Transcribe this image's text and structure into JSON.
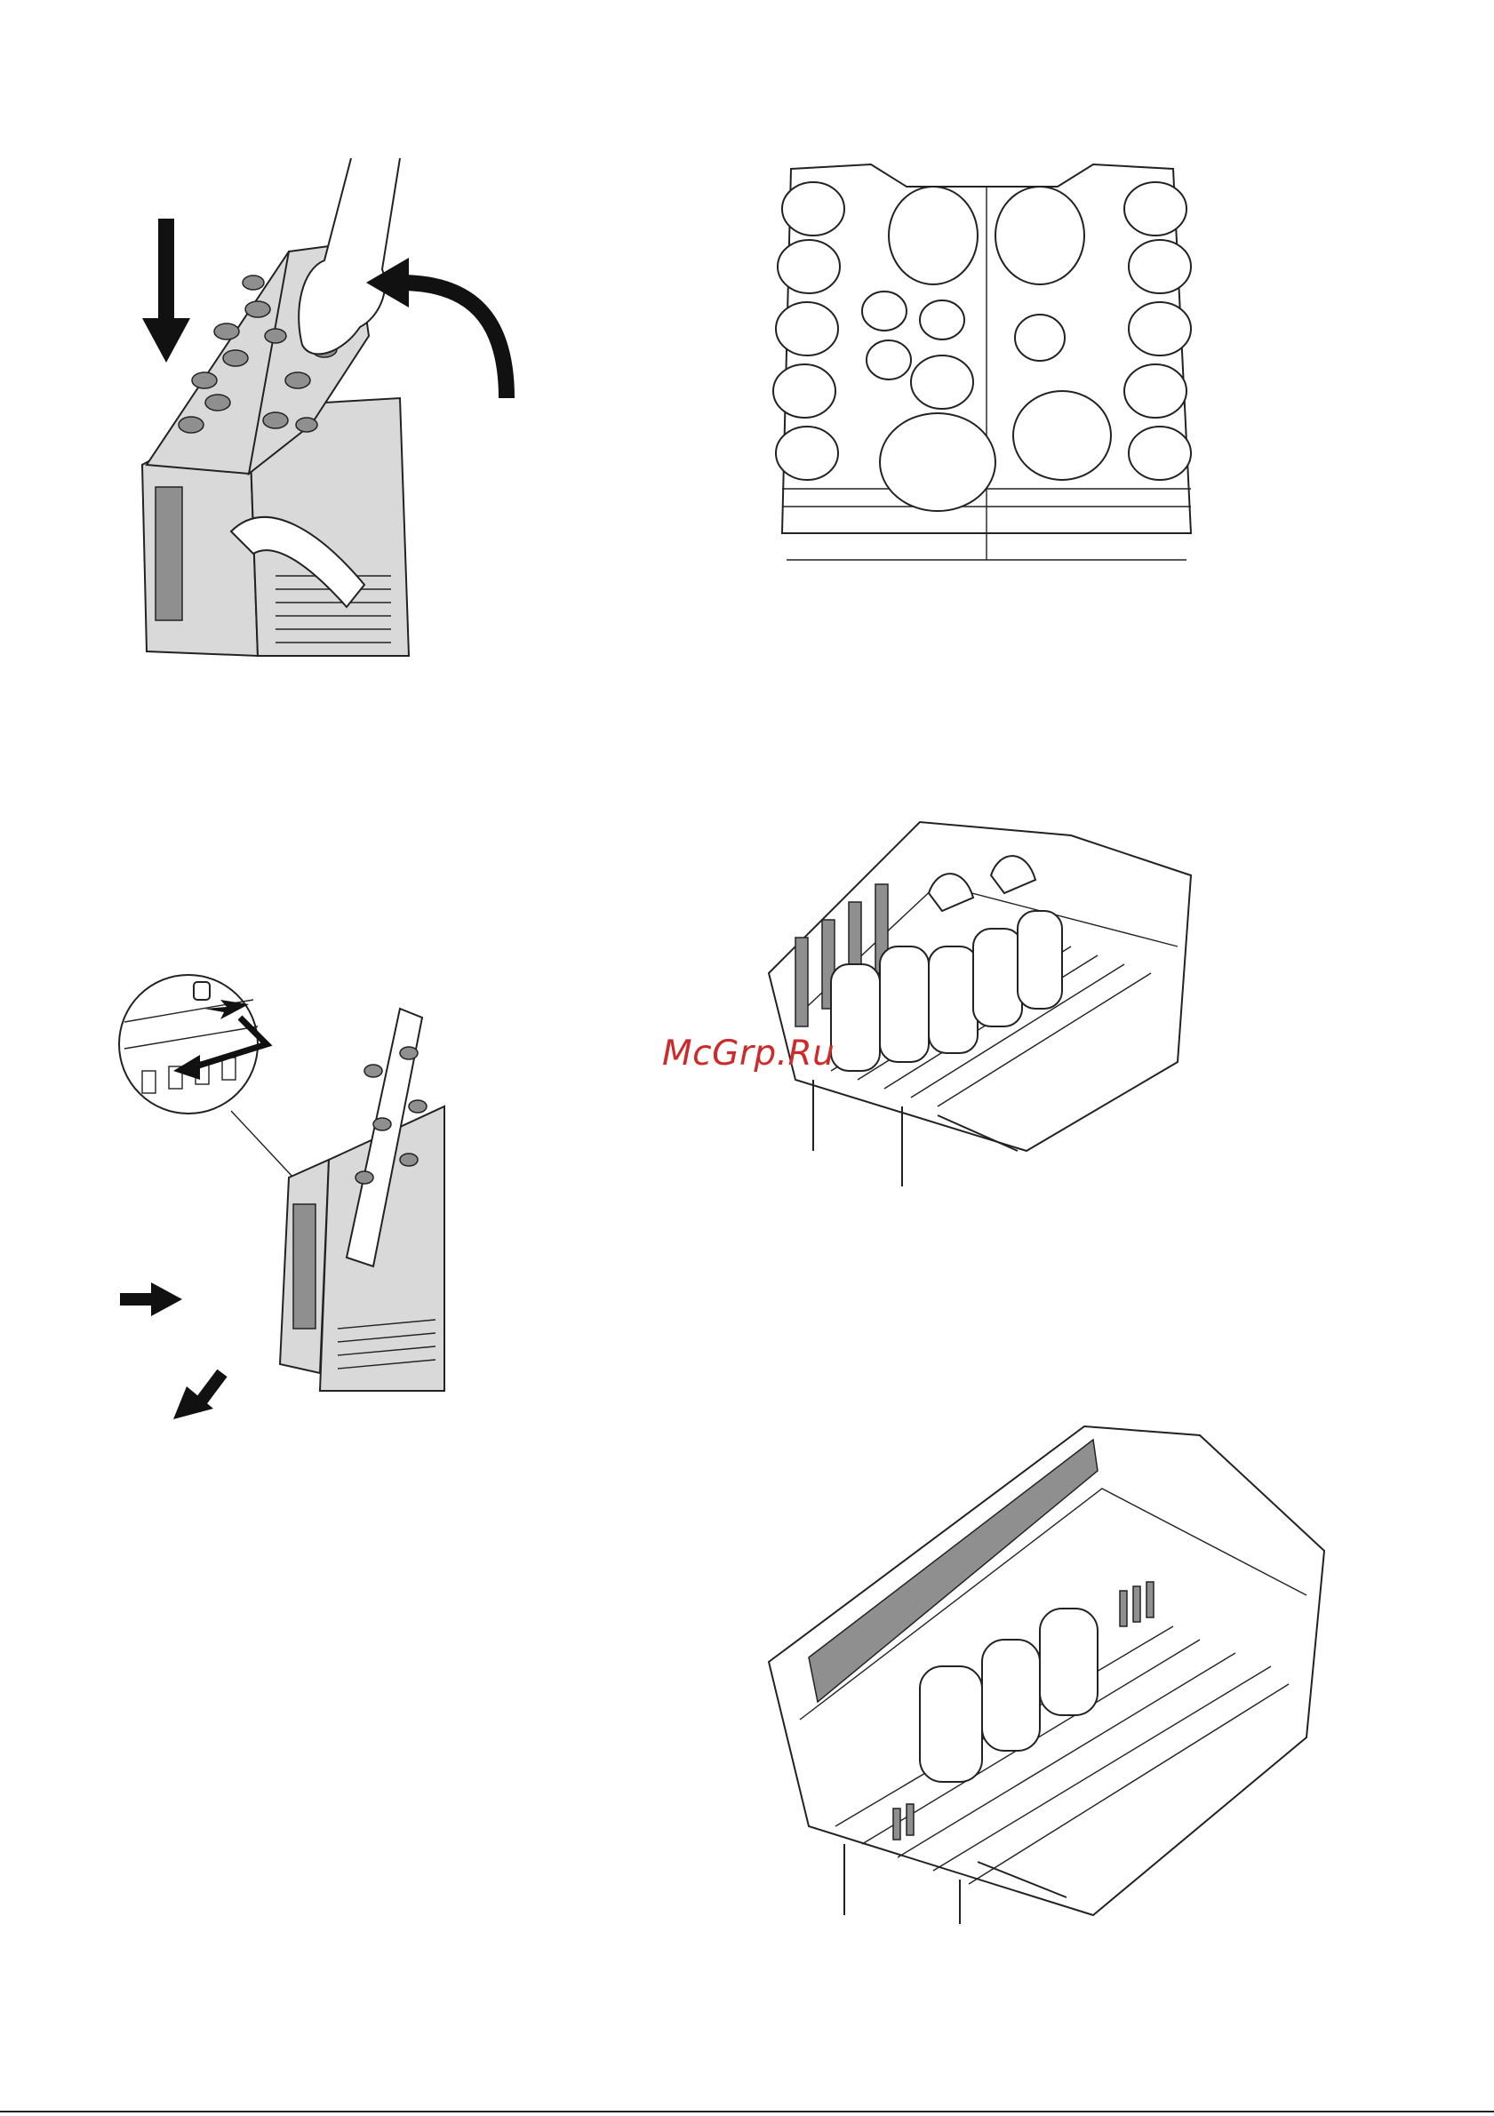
{
  "watermark": {
    "text": "McGrp.Ru",
    "color": "#cf2a2a"
  },
  "figures": [
    {
      "name": "cutlery-basket-closing-lid",
      "icons": [
        "down-arrow-icon",
        "curved-arrow-icon",
        "hand-icon"
      ]
    },
    {
      "name": "upper-rack-with-cups-and-plates"
    },
    {
      "name": "cutlery-basket-removal",
      "icons": [
        "zoom-detail-icon",
        "right-arrow-icon",
        "down-left-arrow-icon"
      ]
    },
    {
      "name": "glass-rack-folding-supports"
    },
    {
      "name": "lower-rack-with-glass-holders"
    }
  ]
}
